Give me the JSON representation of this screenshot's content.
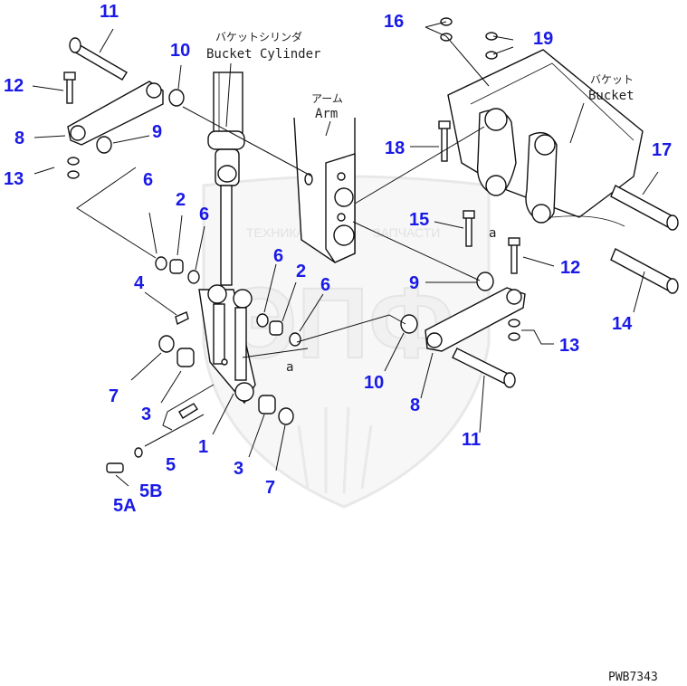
{
  "drawing": {
    "code": "PWB7343",
    "labels": {
      "bucket_cylinder_jp": "バケットシリンダ",
      "bucket_cylinder_en": "Bucket Cylinder",
      "arm_jp": "アーム",
      "arm_en": "Arm",
      "bucket_jp": "バケット",
      "bucket_en": "Bucket",
      "ref_a": "a"
    },
    "watermark": {
      "left": "ТЕХНИКА",
      "right": "ЗАПЧАСТИ",
      "logo": "ЭПФ"
    },
    "callout_color": "#1a1ae6"
  },
  "callouts": {
    "c11_top": "11",
    "c12_left": "12",
    "c8_left": "8",
    "c13_left": "13",
    "c10_top": "10",
    "c9_left": "9",
    "c6_a": "6",
    "c2_a": "2",
    "c6_b": "6",
    "c4": "4",
    "c6_c": "6",
    "c2_b": "2",
    "c6_d": "6",
    "c7_a": "7",
    "c3_a": "3",
    "c1": "1",
    "c5": "5",
    "c5a": "5A",
    "c5b": "5B",
    "c3_b": "3",
    "c7_b": "7",
    "c16": "16",
    "c19": "19",
    "c18": "18",
    "c15": "15",
    "c17": "17",
    "c12_right": "12",
    "c9_right": "9",
    "c13_right": "13",
    "c14": "14",
    "c10_bottom": "10",
    "c8_bottom": "8",
    "c11_bottom": "11"
  }
}
